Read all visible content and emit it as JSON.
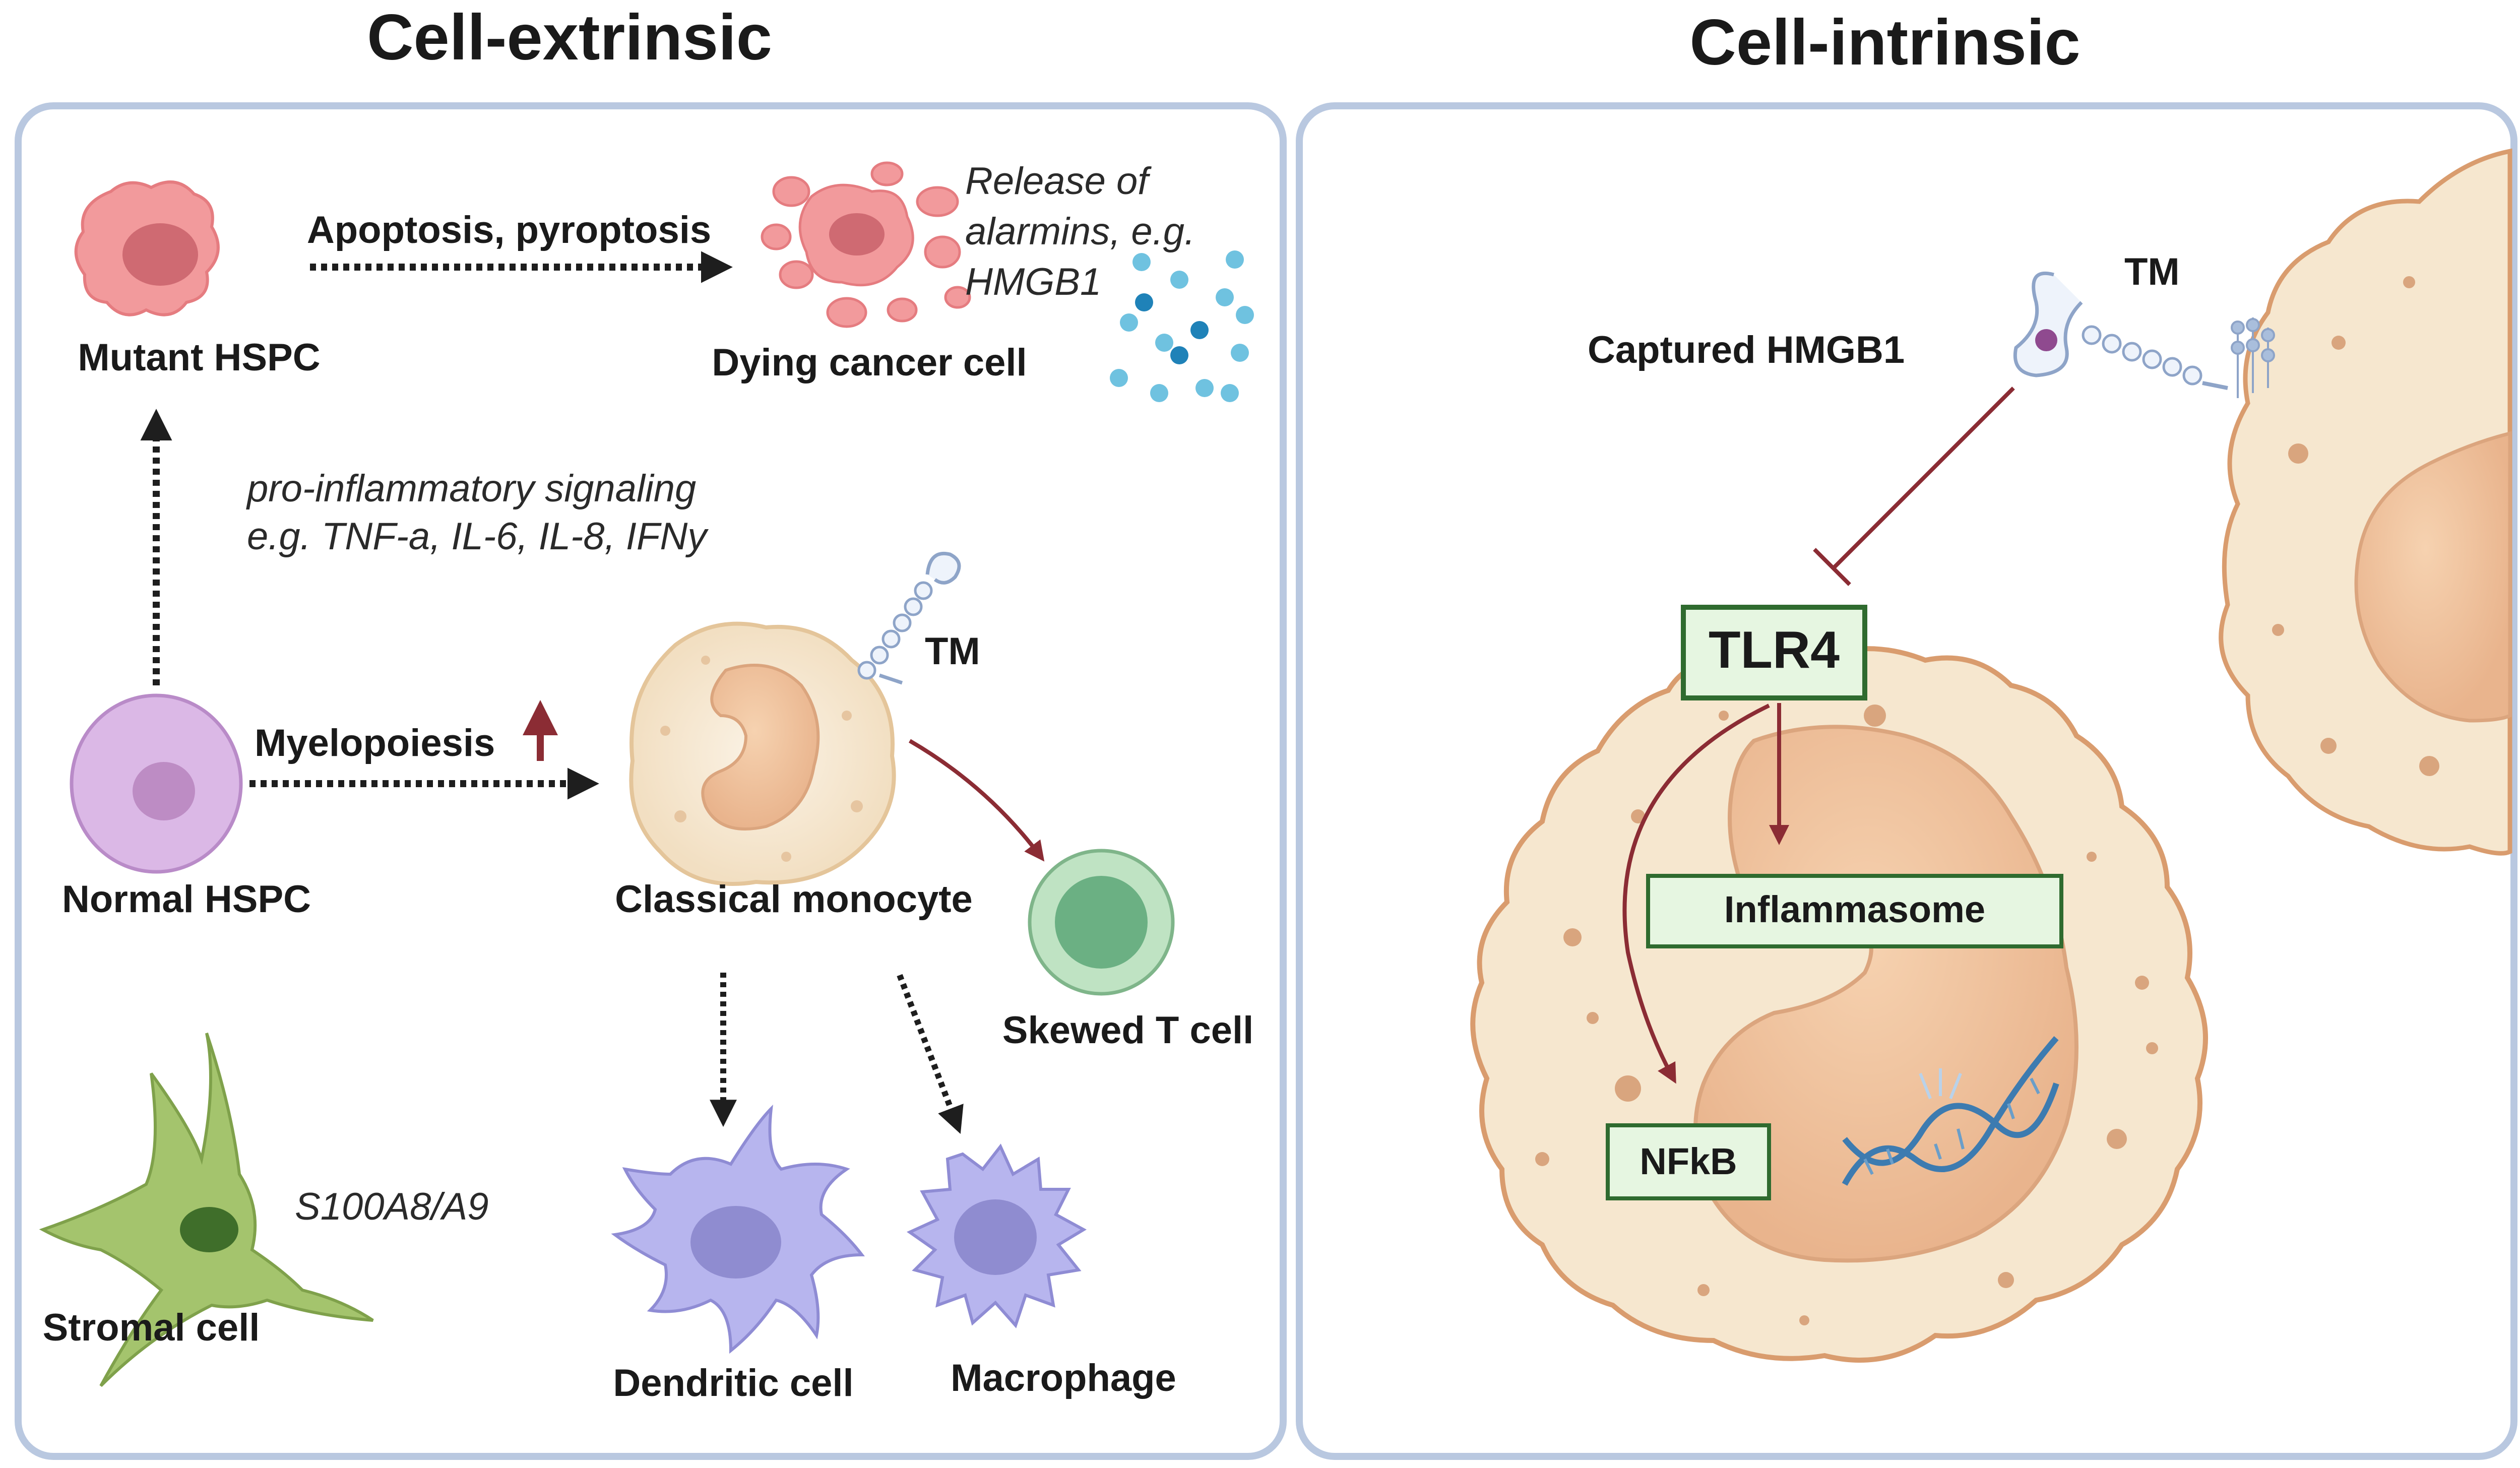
{
  "panels": {
    "left_title": "Cell-extrinsic",
    "right_title": "Cell-intrinsic"
  },
  "left": {
    "mutant_hspc": "Mutant HSPC",
    "apoptosis": "Apoptosis, pyroptosis",
    "dying_cell": "Dying cancer cell",
    "release_lines": [
      "Release of",
      "alarmins, e.g.",
      "HMGB1"
    ],
    "proinflammatory_lines": [
      "pro-inflammatory signaling",
      "e.g. TNF-a, IL-6, IL-8, IFNy"
    ],
    "myelopoiesis": "Myelopoiesis",
    "normal_hspc": "Normal HSPC",
    "tm": "TM",
    "classical_monocyte": "Classical monocyte",
    "skewed_t_cell": "Skewed T cell",
    "stromal_cell": "Stromal cell",
    "s100": "S100A8/A9",
    "dendritic_cell": "Dendritic cell",
    "macrophage": "Macrophage"
  },
  "right": {
    "tm": "TM",
    "captured_hmgb1": "Captured HMGB1",
    "tlr4": "TLR4",
    "inflammasome": "Inflammasome",
    "nfkb": "NFkB"
  },
  "colors": {
    "panel_border": "#b9c8e0",
    "arrow_red": "#8b2c34",
    "box_border": "#2f6b2f",
    "box_fill": "#e6f6e1",
    "mutant_hspc": "#ef8a8c",
    "normal_hspc": "#d9b5e3",
    "monocyte": "#f8eedd",
    "t_cell": "#a8d7b0",
    "stromal": "#a4c46d",
    "dendritic": "#b7b5ee",
    "dna": "#3d7bb0"
  }
}
